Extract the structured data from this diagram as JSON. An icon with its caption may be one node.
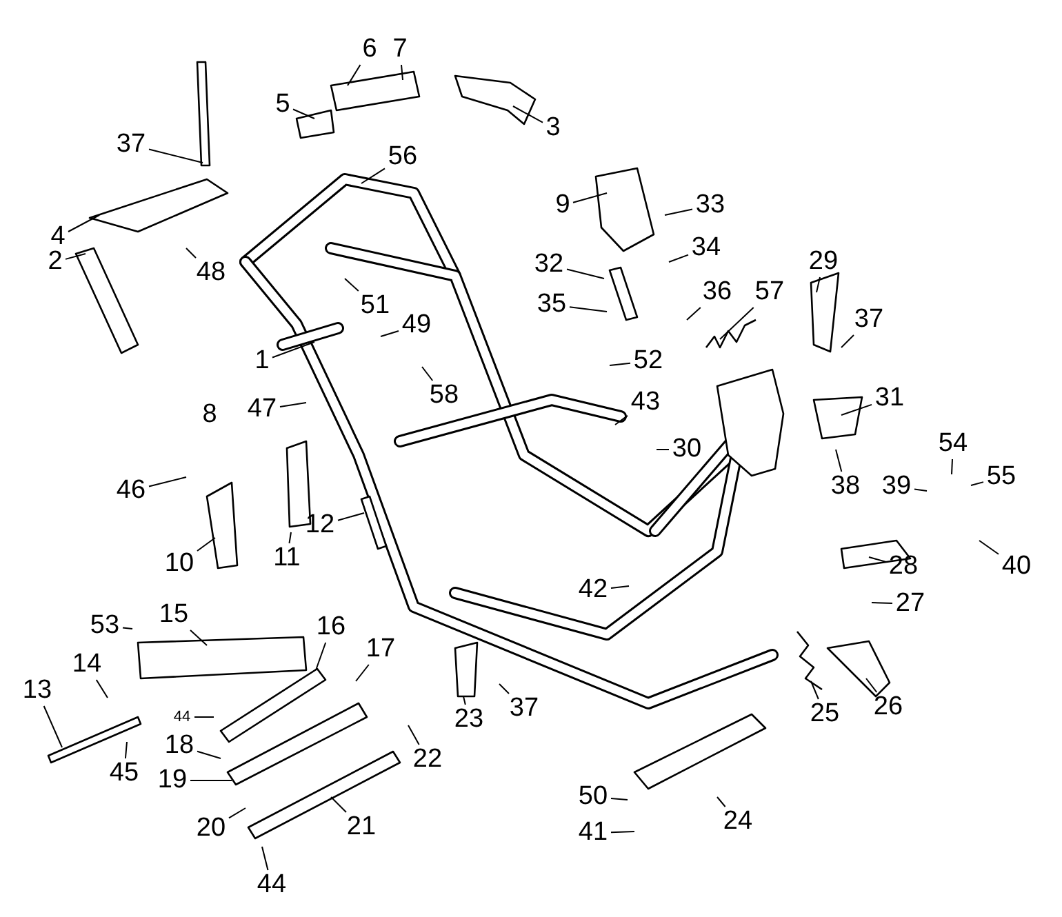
{
  "diagram": {
    "nodes": [
      {
        "text": [
          "6"
        ]
      },
      {
        "text": [
          "7"
        ]
      },
      {
        "text": [
          "3"
        ]
      },
      {
        "text": [
          "5"
        ]
      },
      {
        "text": [
          "37"
        ]
      },
      {
        "text": [
          "56"
        ]
      },
      {
        "text": [
          "9"
        ]
      },
      {
        "text": [
          "33"
        ]
      },
      {
        "text": [
          "4"
        ]
      },
      {
        "text": [
          "2"
        ]
      },
      {
        "text": [
          "34"
        ]
      },
      {
        "text": [
          "32"
        ]
      },
      {
        "text": [
          "48"
        ]
      },
      {
        "text": [
          "51"
        ]
      },
      {
        "text": [
          "29"
        ]
      },
      {
        "text": [
          "35"
        ]
      },
      {
        "text": [
          "36"
        ]
      },
      {
        "text": [
          "57"
        ]
      },
      {
        "text": [
          "49"
        ]
      },
      {
        "text": [
          "37"
        ]
      },
      {
        "text": [
          "1"
        ]
      },
      {
        "text": [
          "52"
        ]
      },
      {
        "text": [
          "58"
        ]
      },
      {
        "text": [
          "8"
        ]
      },
      {
        "text": [
          "47"
        ]
      },
      {
        "text": [
          "43"
        ]
      },
      {
        "text": [
          "31"
        ]
      },
      {
        "text": [
          "30"
        ]
      },
      {
        "text": [
          "46"
        ]
      },
      {
        "text": [
          "54"
        ]
      },
      {
        "text": [
          "55"
        ]
      },
      {
        "text": [
          "38"
        ]
      },
      {
        "text": [
          "39"
        ]
      },
      {
        "text": [
          "12"
        ]
      },
      {
        "text": [
          "10"
        ]
      },
      {
        "text": [
          "11"
        ]
      },
      {
        "text": [
          "40"
        ]
      },
      {
        "text": [
          "28"
        ]
      },
      {
        "text": [
          "42"
        ]
      },
      {
        "text": [
          "27"
        ]
      },
      {
        "text": [
          "53"
        ]
      },
      {
        "text": [
          "15"
        ]
      },
      {
        "text": [
          "16"
        ]
      },
      {
        "text": [
          "17"
        ]
      },
      {
        "text": [
          "14"
        ]
      },
      {
        "text": [
          "13"
        ]
      },
      {
        "text": [
          "44"
        ]
      },
      {
        "text": [
          "37"
        ]
      },
      {
        "text": [
          "23"
        ]
      },
      {
        "text": [
          "25"
        ]
      },
      {
        "text": [
          "26"
        ]
      },
      {
        "text": [
          "18"
        ]
      },
      {
        "text": [
          "22"
        ]
      },
      {
        "text": [
          "45"
        ]
      },
      {
        "text": [
          "19"
        ]
      },
      {
        "text": [
          "20"
        ]
      },
      {
        "text": [
          "21"
        ]
      },
      {
        "text": [
          "24"
        ]
      },
      {
        "text": [
          "50"
        ]
      },
      {
        "text": [
          "41"
        ]
      },
      {
        "text": [
          "44"
        ]
      }
    ],
    "edges": [
      {
        "from": 0,
        "to": null,
        "arrow": "none"
      },
      {
        "from": 1,
        "to": null,
        "arrow": "none"
      },
      {
        "from": 2,
        "to": null,
        "arrow": "none"
      },
      {
        "from": 3,
        "to": null,
        "arrow": "none"
      },
      {
        "from": 4,
        "to": null,
        "arrow": "none"
      },
      {
        "from": 5,
        "to": null,
        "arrow": "none"
      },
      {
        "from": 6,
        "to": null,
        "arrow": "none"
      },
      {
        "from": 7,
        "to": null,
        "arrow": "none"
      },
      {
        "from": 8,
        "to": null,
        "arrow": "none"
      },
      {
        "from": 9,
        "to": null,
        "arrow": "none"
      },
      {
        "from": 10,
        "to": null,
        "arrow": "none"
      },
      {
        "from": 11,
        "to": null,
        "arrow": "none"
      },
      {
        "from": 12,
        "to": null,
        "arrow": "none"
      },
      {
        "from": 13,
        "to": null,
        "arrow": "none"
      },
      {
        "from": 14,
        "to": null,
        "arrow": "none"
      },
      {
        "from": 15,
        "to": null,
        "arrow": "none"
      },
      {
        "from": 16,
        "to": null,
        "arrow": "none"
      },
      {
        "from": 17,
        "to": null,
        "arrow": "none"
      },
      {
        "from": 18,
        "to": null,
        "arrow": "none"
      },
      {
        "from": 19,
        "to": null,
        "arrow": "none"
      },
      {
        "from": 20,
        "to": null,
        "arrow": "none"
      },
      {
        "from": 21,
        "to": null,
        "arrow": "none"
      },
      {
        "from": 22,
        "to": null,
        "arrow": "none"
      },
      {
        "from": 24,
        "to": null,
        "arrow": "none"
      },
      {
        "from": 25,
        "to": null,
        "arrow": "none"
      },
      {
        "from": 26,
        "to": null,
        "arrow": "none"
      },
      {
        "from": 27,
        "to": null,
        "arrow": "none"
      },
      {
        "from": 28,
        "to": null,
        "arrow": "none"
      },
      {
        "from": 29,
        "to": null,
        "arrow": "none"
      },
      {
        "from": 30,
        "to": null,
        "arrow": "none"
      },
      {
        "from": 31,
        "to": null,
        "arrow": "none"
      },
      {
        "from": 32,
        "to": null,
        "arrow": "none"
      },
      {
        "from": 33,
        "to": null,
        "arrow": "none"
      },
      {
        "from": 34,
        "to": null,
        "arrow": "none"
      },
      {
        "from": 35,
        "to": null,
        "arrow": "none"
      },
      {
        "from": 36,
        "to": null,
        "arrow": "none"
      },
      {
        "from": 37,
        "to": null,
        "arrow": "none"
      },
      {
        "from": 38,
        "to": null,
        "arrow": "none"
      },
      {
        "from": 39,
        "to": null,
        "arrow": "none"
      },
      {
        "from": 40,
        "to": null,
        "arrow": "none"
      },
      {
        "from": 41,
        "to": null,
        "arrow": "none"
      },
      {
        "from": 42,
        "to": null,
        "arrow": "none"
      },
      {
        "from": 43,
        "to": null,
        "arrow": "none"
      },
      {
        "from": 44,
        "to": null,
        "arrow": "none"
      },
      {
        "from": 45,
        "to": null,
        "arrow": "none"
      },
      {
        "from": 46,
        "to": null,
        "arrow": "none"
      },
      {
        "from": 47,
        "to": null,
        "arrow": "none"
      },
      {
        "from": 48,
        "to": null,
        "arrow": "none"
      },
      {
        "from": 49,
        "to": null,
        "arrow": "none"
      },
      {
        "from": 50,
        "to": null,
        "arrow": "none"
      },
      {
        "from": 51,
        "to": null,
        "arrow": "none"
      },
      {
        "from": 52,
        "to": null,
        "arrow": "none"
      },
      {
        "from": 53,
        "to": null,
        "arrow": "none"
      },
      {
        "from": 54,
        "to": null,
        "arrow": "none"
      },
      {
        "from": 55,
        "to": null,
        "arrow": "none"
      },
      {
        "from": 56,
        "to": null,
        "arrow": "none"
      },
      {
        "from": 57,
        "to": null,
        "arrow": "none"
      },
      {
        "from": 58,
        "to": null,
        "arrow": "none"
      },
      {
        "from": 59,
        "to": null,
        "arrow": "none"
      },
      {
        "from": 60,
        "to": null,
        "arrow": "none"
      }
    ]
  }
}
